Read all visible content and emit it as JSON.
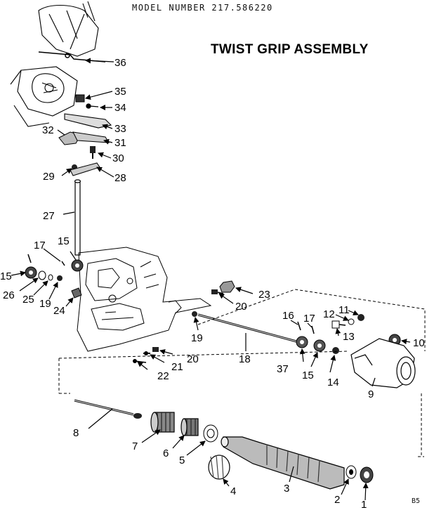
{
  "header": {
    "model_number": "MODEL NUMBER 217.586220",
    "title": "TWIST GRIP ASSEMBLY",
    "page_code": "B5"
  },
  "callouts": [
    {
      "id": "c36",
      "label": "36"
    },
    {
      "id": "c35",
      "label": "35"
    },
    {
      "id": "c34",
      "label": "34"
    },
    {
      "id": "c33",
      "label": "33"
    },
    {
      "id": "c32",
      "label": "32"
    },
    {
      "id": "c31",
      "label": "31"
    },
    {
      "id": "c30",
      "label": "30"
    },
    {
      "id": "c29",
      "label": "29"
    },
    {
      "id": "c28",
      "label": "28"
    },
    {
      "id": "c27",
      "label": "27"
    },
    {
      "id": "c17a",
      "label": "17"
    },
    {
      "id": "c15a",
      "label": "15"
    },
    {
      "id": "c15b",
      "label": "15"
    },
    {
      "id": "c26",
      "label": "26"
    },
    {
      "id": "c25",
      "label": "25"
    },
    {
      "id": "c19a",
      "label": "19"
    },
    {
      "id": "c24",
      "label": "24"
    },
    {
      "id": "c23",
      "label": "23"
    },
    {
      "id": "c20a",
      "label": "20"
    },
    {
      "id": "c19b",
      "label": "19"
    },
    {
      "id": "c16",
      "label": "16"
    },
    {
      "id": "c17b",
      "label": "17"
    },
    {
      "id": "c12",
      "label": "12"
    },
    {
      "id": "c11",
      "label": "11"
    },
    {
      "id": "c13",
      "label": "13"
    },
    {
      "id": "c10",
      "label": "10"
    },
    {
      "id": "c18",
      "label": "18"
    },
    {
      "id": "c20b",
      "label": "20"
    },
    {
      "id": "c21",
      "label": "21"
    },
    {
      "id": "c22",
      "label": "22"
    },
    {
      "id": "c37",
      "label": "37"
    },
    {
      "id": "c15c",
      "label": "15"
    },
    {
      "id": "c14",
      "label": "14"
    },
    {
      "id": "c9",
      "label": "9"
    },
    {
      "id": "c8",
      "label": "8"
    },
    {
      "id": "c7",
      "label": "7"
    },
    {
      "id": "c6",
      "label": "6"
    },
    {
      "id": "c5",
      "label": "5"
    },
    {
      "id": "c4",
      "label": "4"
    },
    {
      "id": "c3",
      "label": "3"
    },
    {
      "id": "c2",
      "label": "2"
    },
    {
      "id": "c1",
      "label": "1"
    }
  ]
}
